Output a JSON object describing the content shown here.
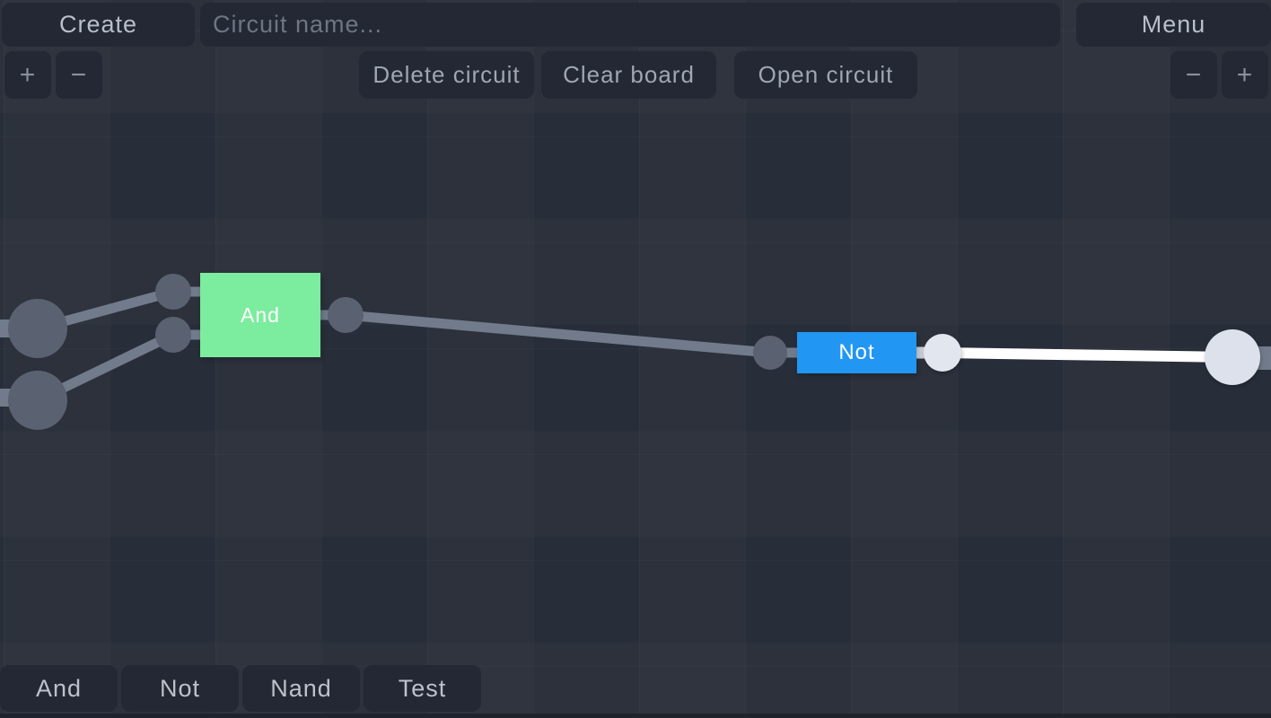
{
  "topbar": {
    "create_label": "Create",
    "circuit_name": {
      "value": "",
      "placeholder": "Circuit name..."
    },
    "menu_label": "Menu"
  },
  "zoom_controls": {
    "left": {
      "plus": "+",
      "minus": "−"
    },
    "right": {
      "minus": "−",
      "plus": "+"
    }
  },
  "toolbar": {
    "delete_circuit_label": "Delete circuit",
    "clear_board_label": "Clear board",
    "open_circuit_label": "Open circuit"
  },
  "palette": {
    "items": [
      {
        "label": "And"
      },
      {
        "label": "Not"
      },
      {
        "label": "Nand"
      },
      {
        "label": "Test"
      }
    ]
  },
  "canvas": {
    "gates": [
      {
        "type": "And",
        "label": "And",
        "color": "#7cec9e",
        "state": "off"
      },
      {
        "type": "Not",
        "label": "Not",
        "color": "#2196f3",
        "state": "on"
      }
    ],
    "nodes": [
      {
        "id": "input-node-1",
        "state": "off"
      },
      {
        "id": "input-node-2",
        "state": "off"
      },
      {
        "id": "and-input-pin-1",
        "state": "off"
      },
      {
        "id": "and-input-pin-2",
        "state": "off"
      },
      {
        "id": "and-output-pin",
        "state": "off"
      },
      {
        "id": "not-input-pin",
        "state": "off"
      },
      {
        "id": "not-output-pin",
        "state": "on"
      },
      {
        "id": "output-node",
        "state": "on"
      }
    ],
    "wires": [
      {
        "from": "input-node-1",
        "to": "and-input-pin-1",
        "state": "off"
      },
      {
        "from": "input-node-2",
        "to": "and-input-pin-2",
        "state": "off"
      },
      {
        "from": "and-output-pin",
        "to": "not-input-pin",
        "state": "off"
      },
      {
        "from": "not-output-pin",
        "to": "output-node",
        "state": "on"
      }
    ]
  },
  "colors": {
    "background": "#2a303b",
    "panel": "#232834",
    "panel_text": "#b9bfc9",
    "toolbar_text": "#9fa7b1",
    "placeholder_text": "#6e7682",
    "gate_and": "#7cec9e",
    "gate_not": "#2196f3",
    "gate_text": "#ffffff",
    "node_off": "#5a6271",
    "node_on": "#e2e6ee",
    "lamp_on": "#dce1eb",
    "pin_on": "#cdd2db",
    "wire_off": "#717b8b",
    "wire_on": "#ffffff"
  }
}
